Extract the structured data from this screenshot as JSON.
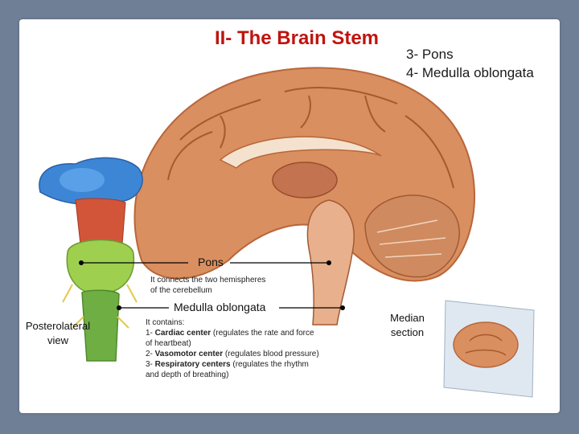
{
  "slide": {
    "title": "II- The Brain Stem",
    "parts": [
      "3- Pons",
      "4- Medulla oblongata"
    ],
    "pons": {
      "label": "Pons",
      "description_line1": "It connects the two hemispheres",
      "description_line2": "of the cerebellum"
    },
    "medulla": {
      "label": "Medulla oblongata",
      "contains": "It contains:",
      "items": [
        {
          "prefix": "1- ",
          "name": "Cardiac center",
          "detail": " (regulates the rate and force",
          "detail2": "of heartbeat)"
        },
        {
          "prefix": "2- ",
          "name": "Vasomotor center",
          "detail": " (regulates blood pressure)"
        },
        {
          "prefix": "3- ",
          "name": "Respiratory centers",
          "detail": " (regulates the rhythm",
          "detail2": "and depth of breathing)"
        }
      ]
    },
    "posterolateral_caption": [
      "Posterolateral",
      "view"
    ],
    "median_caption": [
      "Median",
      "section"
    ]
  },
  "colors": {
    "background": "#6f7f96",
    "title": "#c0140f",
    "brain": "#d98f5f",
    "brain_dark": "#b8663a",
    "cerebellum_blue": "#3d86d6",
    "pons_green": "#9fcf4f",
    "medulla_green": "#6fae43",
    "nerves_red": "#d2553a"
  }
}
